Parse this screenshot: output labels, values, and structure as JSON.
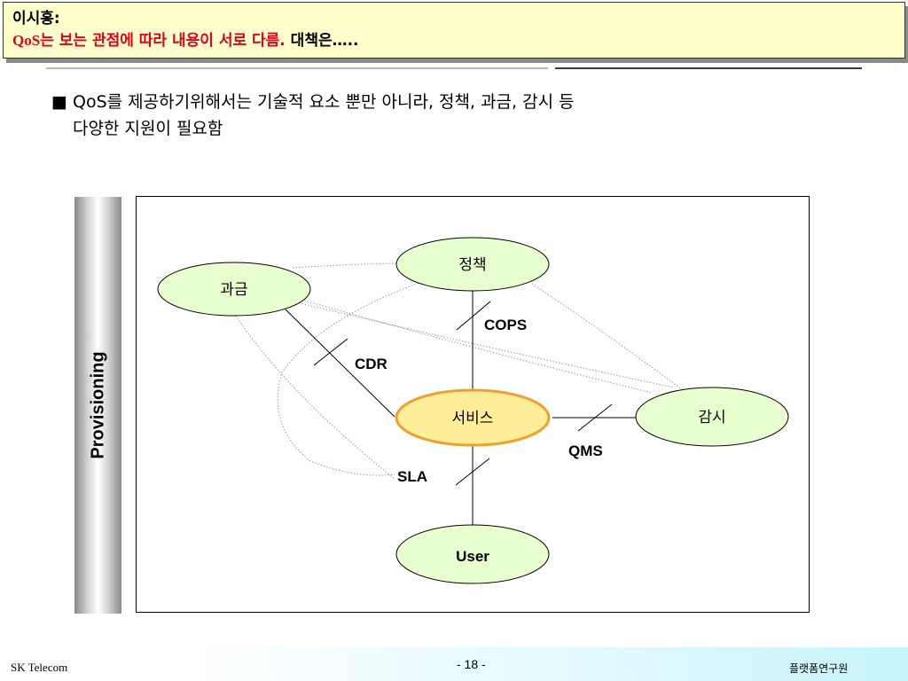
{
  "annotation": {
    "author": "이시홍:",
    "line_qos": "QoS",
    "line_main": "는 보는 관점에 따라 내용이 서로 다름.",
    "line_tail": " 대책은…..",
    "colors": {
      "background": "#ffffcc",
      "highlight": "#e0001b"
    }
  },
  "bullet": {
    "mark": "■",
    "line1": "QoS를 제공하기위해서는 기술적 요소 뿐만 아니라, 정책, 과금, 감시 등",
    "line2": "다양한 지원이 필요함"
  },
  "sidebar_label": "Provisioning",
  "diagram": {
    "nodes": {
      "service": "서비스",
      "policy": "정책",
      "billing": "과금",
      "monitoring": "감시",
      "user": "User"
    },
    "edges": {
      "policy_service": "COPS",
      "billing_service": "CDR",
      "service_monitoring": "QMS",
      "service_user": "SLA"
    },
    "colors": {
      "node_fill": "#e8ffd0",
      "center_fill": "#ffee99",
      "center_border": "#f0a030"
    }
  },
  "footer": {
    "company": "SK Telecom",
    "page": "- 18 -",
    "department": "플랫폼연구원"
  }
}
